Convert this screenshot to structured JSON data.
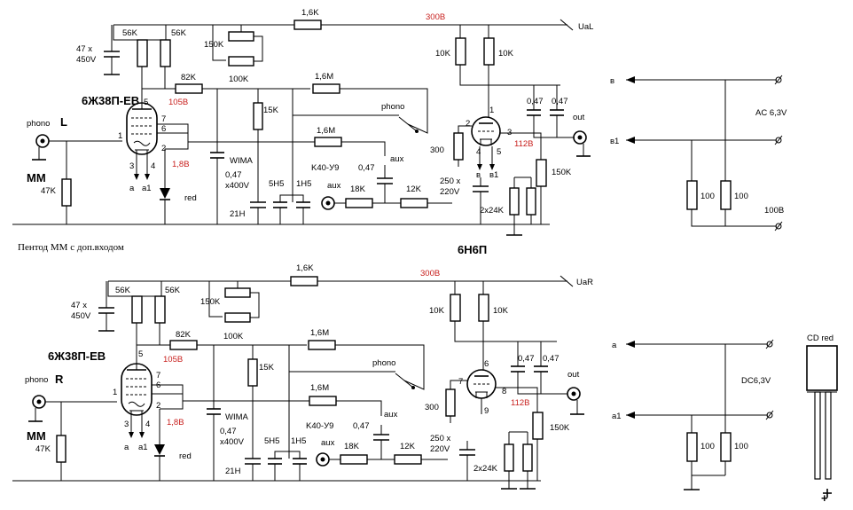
{
  "title": "Пентод ММ с доп.входом",
  "output_tube": "6Н6П",
  "channels": [
    {
      "id": "L",
      "tube": "6Ж38П-ЕВ",
      "input_label": "phono",
      "channel_letter": "L",
      "mm_label": "MM",
      "r_input": "47K",
      "r_anode_1": "56K",
      "r_anode_2": "56K",
      "cap_supply": "47 x\n450V",
      "r_trim": "150K",
      "r_trim_2": "100K",
      "r_series_top": "1,6K",
      "b_plus_voltage": "300В",
      "b_plus_label": "UaL",
      "r_82k": "82K",
      "v_anode": "105В",
      "r_15k": "15K",
      "cap_wima": "WIMA",
      "cap_047_400": "0,47\nx400V",
      "r_21h": "21H",
      "cap_5h5": "5H5",
      "cap_1h5": "1H5",
      "r_16m_a": "1,6M",
      "r_16m_b": "1,6M",
      "switch_phono": "phono",
      "switch_aux": "aux",
      "aux_input": "aux",
      "r_18k": "18K",
      "r_12k": "12K",
      "cap_k40": "K40-У9",
      "cap_k40_val": "0,47",
      "r_300": "300",
      "cap_250": "250 x\n220V",
      "r_2x24k": "2x24K",
      "r_10k_a": "10K",
      "r_10k_b": "10K",
      "cap_047_a": "0,47",
      "cap_047_b": "0,47",
      "v_cathode_out": "112В",
      "r_150k": "150K",
      "out_label": "out",
      "v_cathode": "1,8В",
      "led_label": "red",
      "heater_a": "a",
      "heater_a1": "a1",
      "pin_labels": [
        "5",
        "7",
        "6",
        "1",
        "2",
        "3",
        "4"
      ],
      "out_pins": [
        "2",
        "1",
        "3",
        "4",
        "5"
      ],
      "out_heater": [
        "в",
        "в1"
      ]
    },
    {
      "id": "R",
      "tube": "6Ж38П-ЕВ",
      "input_label": "phono",
      "channel_letter": "R",
      "mm_label": "MM",
      "r_input": "47K",
      "r_anode_1": "56K",
      "r_anode_2": "56K",
      "cap_supply": "47 x\n450V",
      "r_trim": "150K",
      "r_trim_2": "100K",
      "r_series_top": "1,6K",
      "b_plus_voltage": "300В",
      "b_plus_label": "UaR",
      "r_82k": "82K",
      "v_anode": "105В",
      "r_15k": "15K",
      "cap_wima": "WIMA",
      "cap_047_400": "0,47\nx400V",
      "r_21h": "21H",
      "cap_5h5": "5H5",
      "cap_1h5": "1H5",
      "r_16m_a": "1,6M",
      "r_16m_b": "1,6M",
      "switch_phono": "phono",
      "switch_aux": "aux",
      "aux_input": "aux",
      "r_18k": "18K",
      "r_12k": "12K",
      "cap_k40": "K40-У9",
      "cap_k40_val": "0,47",
      "r_300": "300",
      "cap_250": "250 x\n220V",
      "r_2x24k": "2x24K",
      "r_10k_a": "10K",
      "r_10k_b": "10K",
      "cap_047_a": "0,47",
      "cap_047_b": "0,47",
      "v_cathode_out": "112В",
      "r_150k": "150K",
      "out_label": "out",
      "v_cathode": "1,8В",
      "led_label": "red",
      "heater_a": "a",
      "heater_a1": "a1",
      "pin_labels": [
        "5",
        "7",
        "6",
        "1",
        "2",
        "3",
        "4"
      ],
      "out_pins": [
        "6",
        "7",
        "8",
        "9"
      ],
      "out_heater": []
    }
  ],
  "heater_ac": {
    "node_top": "в",
    "node_bottom": "в1",
    "label": "AC 6,3V",
    "r1": "100",
    "r2": "100",
    "bottom_label": "100В"
  },
  "heater_dc": {
    "node_top": "a",
    "node_bottom": "a1",
    "label": "DC6,3V",
    "r1": "100",
    "r2": "100"
  },
  "led": {
    "label": "CD red",
    "plus": "+",
    "minus": "-"
  },
  "colors": {
    "ink": "#000000",
    "annotation_red": "#c8201e",
    "background": "#ffffff"
  }
}
